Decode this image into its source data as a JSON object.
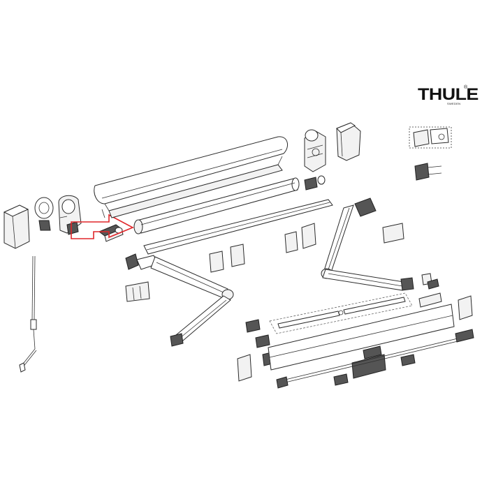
{
  "brand": {
    "wordmark": "THULE",
    "registered": "®",
    "tagline": "SWEDEN"
  },
  "colors": {
    "line": "#2a2a2a",
    "highlight_arrow": "#e0262a"
  },
  "parts": [
    {
      "name": "end-cap-left-cover"
    },
    {
      "name": "crank-rod"
    },
    {
      "name": "left-bracket-housing"
    },
    {
      "name": "roller-end-connector"
    },
    {
      "name": "cassette-top-profile"
    },
    {
      "name": "fabric-roller-tube"
    },
    {
      "name": "lower-cover-profile"
    },
    {
      "name": "right-gear-housing"
    },
    {
      "name": "end-cap-right-cover"
    },
    {
      "name": "left-articulated-arm"
    },
    {
      "name": "right-articulated-arm"
    },
    {
      "name": "lead-rail-profile"
    },
    {
      "name": "tension-rails"
    },
    {
      "name": "support-brackets"
    },
    {
      "name": "leg-assembly-rod"
    },
    {
      "name": "spare-parts-kit"
    }
  ]
}
